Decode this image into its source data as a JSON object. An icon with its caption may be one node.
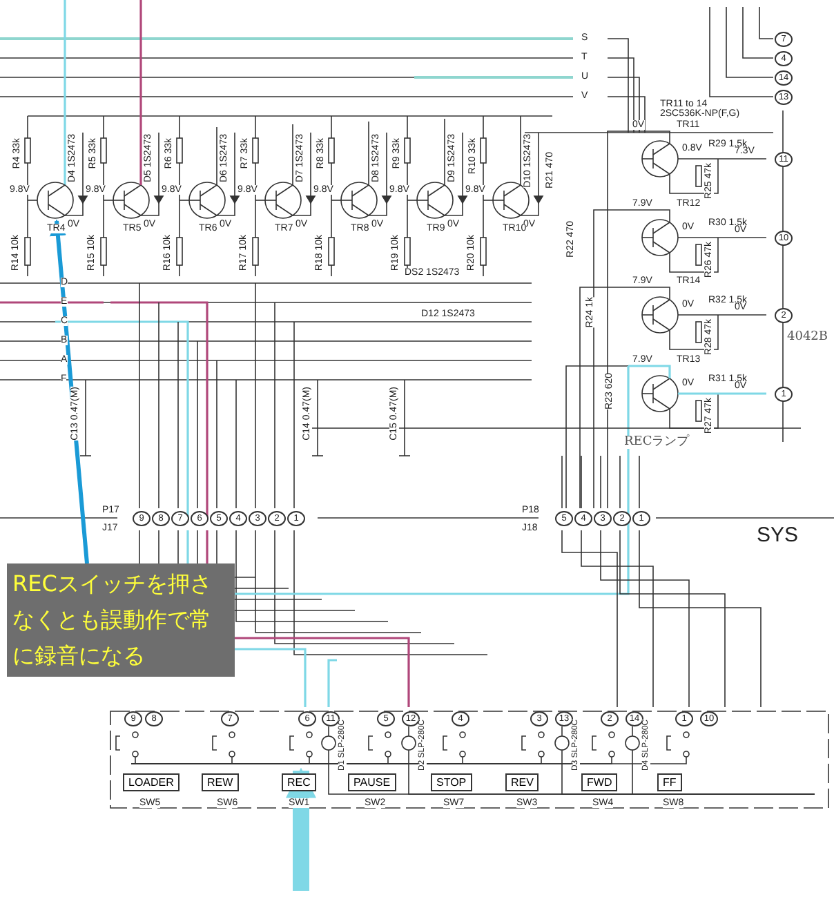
{
  "diagram": {
    "nodes": [
      {
        "text": [
          "RECスイッチを押さなくとも誤動作で常に録音になる"
        ]
      },
      {
        "text": [],
        "shape": "circle"
      },
      {
        "text": [
          "LOADER"
        ]
      },
      {
        "text": [
          "REW"
        ]
      },
      {
        "text": [
          "REC"
        ]
      },
      {
        "text": [
          "PAUSE"
        ]
      },
      {
        "text": [
          "STOP"
        ]
      },
      {
        "text": [
          "REV"
        ]
      },
      {
        "text": [
          "FWD"
        ]
      },
      {
        "text": [
          "FF"
        ]
      }
    ],
    "edges": [
      {
        "from": 0,
        "to": 1,
        "arrow": "to",
        "color": "#1a9ad6"
      },
      {
        "from": null,
        "to": 4,
        "arrow": "to",
        "style": "thick",
        "color": "#7fd8e6"
      }
    ],
    "labels": [
      "S",
      "T",
      "U",
      "V",
      "7",
      "4",
      "14",
      "13",
      "TR11 to 14",
      "2SC536K-NP(F,G)",
      "R4 33k",
      "D4 1S2473",
      "9.8V",
      "0V",
      "TR4",
      "R14 10k",
      "R5 33k",
      "D5 1S2473",
      "9.8V",
      "0V",
      "TR5",
      "R15 10k",
      "R6 33k",
      "D6 1S2473",
      "9.8V",
      "0V",
      "TR6",
      "R16 10k",
      "R7 33k",
      "D7 1S2473",
      "9.8V",
      "0V",
      "TR7",
      "R17 10k",
      "R8 33k",
      "D8 1S2473",
      "9.8V",
      "0V",
      "TR8",
      "R18 10k",
      "R9 33k",
      "D9 1S2473",
      "9.8V",
      "0V",
      "TR9",
      "R19 10k",
      "R10 33k",
      "D10 1S2473",
      "9.8V",
      "0V",
      "TR10",
      "R20 10k",
      "D",
      "E",
      "C",
      "B",
      "A",
      "F",
      "DS2 1S2473",
      "D12 1S2473",
      "R21 470",
      "R22 470",
      "R24 1k",
      "R23 620",
      "0V",
      "TR11",
      "0.8V",
      "R29 1.5k",
      "R25 47k",
      "7.3V",
      "11",
      "7.9V",
      "TR12",
      "0V",
      "R30 1.5k",
      "R26 47k",
      "0V",
      "10",
      "7.9V",
      "TR14",
      "0V",
      "R32 1.5k",
      "R28 47k",
      "0V",
      "2",
      "7.9V",
      "TR13",
      "0V",
      "R31 1.5k",
      "R27 47k",
      "0V",
      "1",
      "4042B",
      "RECランプ",
      "C13 0.47(M)",
      "C14 0.47(M)",
      "C15 0.47(M)",
      "P17",
      "J17",
      "9",
      "8",
      "7",
      "6",
      "5",
      "4",
      "3",
      "2",
      "1",
      "P18",
      "J18",
      "5",
      "4",
      "3",
      "2",
      "1",
      "SYS",
      "9",
      "8",
      "7",
      "6",
      "11",
      "5",
      "12",
      "4",
      "3",
      "13",
      "2",
      "14",
      "1",
      "10",
      "D1 SLP-280C",
      "D2 SLP-280C",
      "D3 SLP-280C",
      "D4 SLP-280C",
      "SW5",
      "SW6",
      "SW1",
      "SW2",
      "SW7",
      "SW3",
      "SW4",
      "SW8"
    ]
  }
}
